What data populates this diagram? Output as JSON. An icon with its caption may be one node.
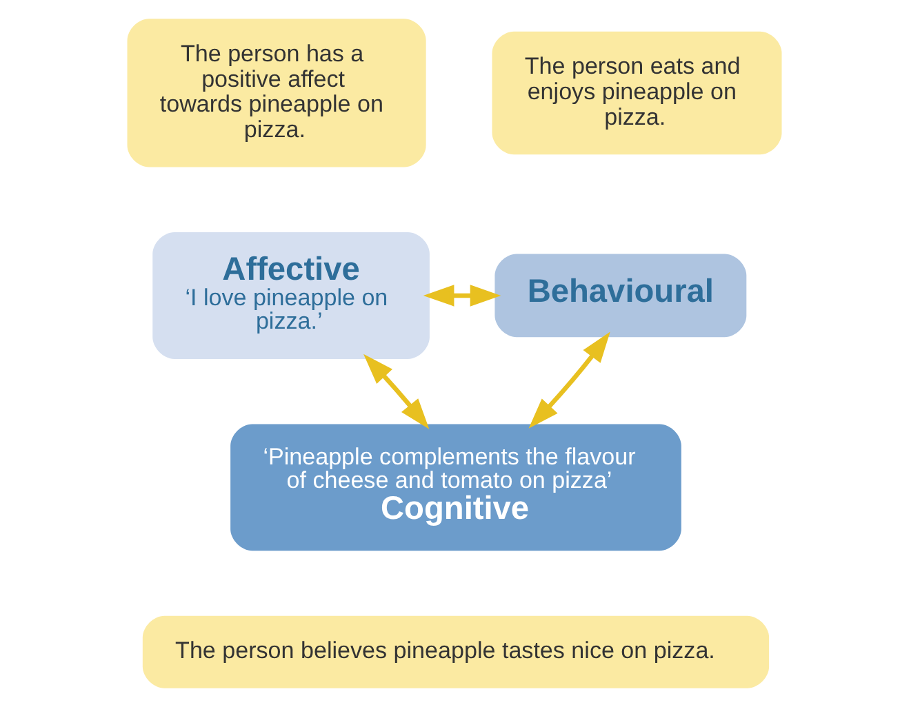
{
  "diagram": {
    "nodes": [
      {
        "text": [
          "The person has a positive affect towards pineapple on pizza."
        ]
      },
      {
        "text": [
          "The person eats and enjoys pineapple on pizza."
        ]
      },
      {
        "text": [
          "Affective",
          "‘I love pineapple on pizza.’"
        ]
      },
      {
        "text": [
          "Behavioural"
        ]
      },
      {
        "text": [
          "‘Pineapple complements the flavour of cheese and tomato on pizza’",
          "Cognitive"
        ]
      },
      {
        "text": [
          "The person believes pineapple tastes nice on pizza."
        ]
      }
    ],
    "edges": [
      {
        "from": 2,
        "to": 3,
        "arrow": "both"
      },
      {
        "from": 3,
        "to": 4,
        "arrow": "both"
      },
      {
        "from": 4,
        "to": 2,
        "arrow": "both"
      }
    ]
  }
}
